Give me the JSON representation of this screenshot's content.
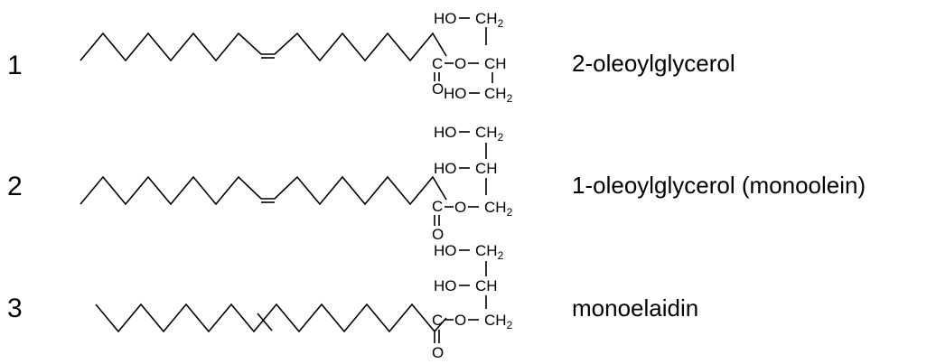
{
  "molecules": [
    {
      "number": "1",
      "name": "2-oleoylglycerol",
      "glycerol": {
        "top": {
          "left": "HO",
          "right": "CH",
          "sub": "2"
        },
        "middle": {
          "left": "O",
          "right": "CH",
          "sub": ""
        },
        "bottom": {
          "left": "HO",
          "right": "CH",
          "sub": "2"
        }
      },
      "carbonyl": {
        "carbon": "C",
        "oxygen": "O"
      },
      "double_bond": "cis"
    },
    {
      "number": "2",
      "name": "1-oleoylglycerol (monoolein)",
      "glycerol": {
        "top": {
          "left": "HO",
          "right": "CH",
          "sub": "2"
        },
        "middle": {
          "left": "HO",
          "right": "CH",
          "sub": ""
        },
        "bottom": {
          "left": "O",
          "right": "CH",
          "sub": "2"
        }
      },
      "carbonyl": {
        "carbon": "C",
        "oxygen": "O"
      },
      "double_bond": "cis"
    },
    {
      "number": "3",
      "name": "monoelaidin",
      "glycerol": {
        "top": {
          "left": "HO",
          "right": "CH",
          "sub": "2"
        },
        "middle": {
          "left": "HO",
          "right": "CH",
          "sub": ""
        },
        "bottom": {
          "left": "O",
          "right": "CH",
          "sub": "2"
        }
      },
      "carbonyl": {
        "carbon": "C",
        "oxygen": "O"
      },
      "double_bond": "trans"
    }
  ]
}
